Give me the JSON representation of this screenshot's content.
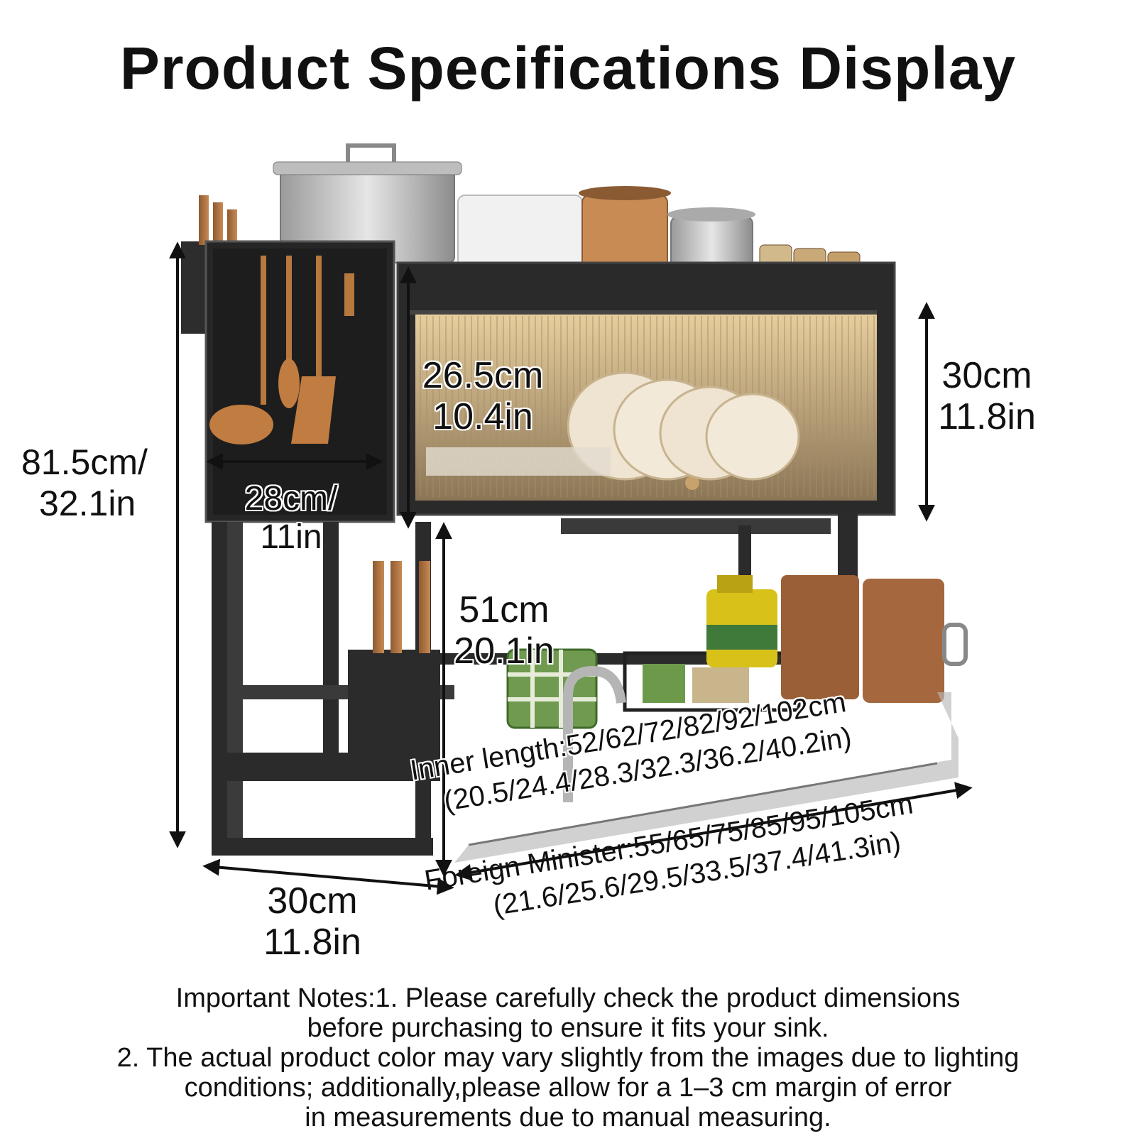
{
  "title": "Product Specifications Display",
  "dimensions": {
    "total_height": {
      "cm": "81.5cm/",
      "in": "32.1in"
    },
    "side_width": {
      "cm": "28cm/",
      "in": "11in"
    },
    "cabinet_inner_height": {
      "cm": "26.5cm",
      "in": "10.4in"
    },
    "cabinet_outer_height": {
      "cm": "30cm",
      "in": "11.8in"
    },
    "lower_clearance": {
      "cm": "51cm",
      "in": "20.1in"
    },
    "depth": {
      "cm": "30cm",
      "in": "11.8in"
    },
    "inner_length": {
      "line1": "Inner length:52/62/72/82/92/102cm",
      "line2": "(20.5/24.4/28.3/32.3/36.2/40.2in)"
    },
    "outer_length": {
      "line1": "Foreign Minister:55/65/75/85/95/105cm",
      "line2": "(21.6/25.6/29.5/33.5/37.4/41.3in)"
    }
  },
  "notes": [
    "Important Notes:1. Please carefully check the product dimensions",
    "before purchasing to ensure it fits your sink.",
    "2. The actual product color may vary slightly from the images due to lighting",
    "conditions; additionally,please allow for a 1–3 cm margin of error",
    "in measurements due to manual measuring."
  ],
  "colors": {
    "frame": "#2b2b2b",
    "wood": "#b8743f",
    "steel": "#c9c9c9",
    "glass": "#d9b98a",
    "accent_green": "#5f8f3e",
    "yellow_bottle": "#d9c21a"
  }
}
